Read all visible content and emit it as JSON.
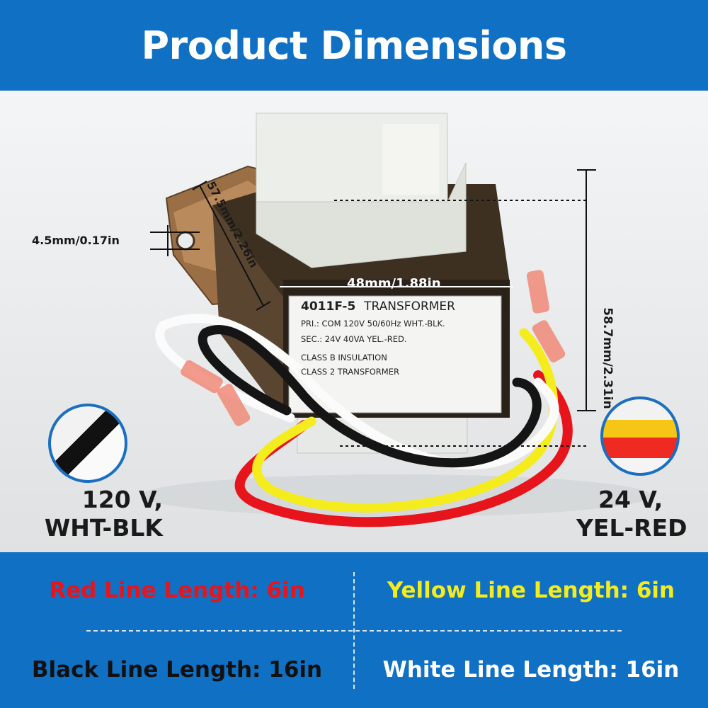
{
  "header": {
    "title": "Product Dimensions"
  },
  "label": {
    "model": "4011F-5",
    "type": "TRANSFORMER",
    "primary": "PRI.: COM  120V 50/60Hz WHT.-BLK.",
    "secondary": "SEC.: 24V   40VA YEL.-RED.",
    "insulation": "CLASS B INSULATION",
    "class": "CLASS 2 TRANSFORMER"
  },
  "dimensions": {
    "hole": "4.5mm/0.17in",
    "depth": "57.5mm/2.26in",
    "width": "48mm/1.88in",
    "height": "58.7mm/2.31in"
  },
  "wires": {
    "left_line1": "120 V,",
    "left_line2": "WHT-BLK",
    "right_line1": "24 V,",
    "right_line2": "YEL-RED"
  },
  "lengths": {
    "red": "Red Line Length: 6in",
    "yellow": "Yellow Line Length: 6in",
    "black": "Black Line Length: 16in",
    "white": "White Line Length: 16in"
  },
  "colors": {
    "brand_blue": "#1070c4",
    "red": "#e8141c",
    "yellow": "#f4ec1c",
    "black": "#111111",
    "white": "#ffffff"
  }
}
